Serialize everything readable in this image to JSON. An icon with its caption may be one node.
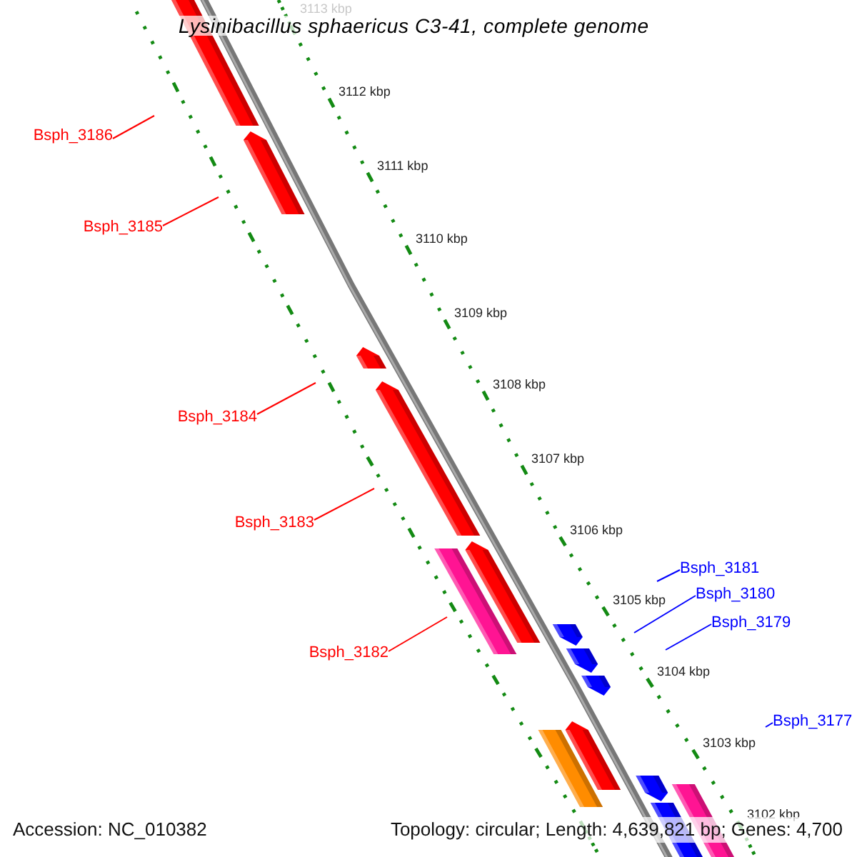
{
  "diagram": {
    "title": "Lysinibacillus sphaericus C3-41, complete genome",
    "nodes": [
      {
        "text": [
          "Bsph_3186"
        ]
      },
      {
        "text": [
          "Bsph_3185"
        ]
      },
      {
        "text": [
          "Bsph_3184"
        ]
      },
      {
        "text": [
          "Bsph_3183"
        ]
      },
      {
        "text": [
          "Bsph_3181"
        ]
      },
      {
        "text": [
          "Bsph_3180"
        ]
      },
      {
        "text": [
          "Bsph_3179"
        ]
      },
      {
        "text": [
          "Bsph_3182"
        ]
      },
      {
        "text": [
          "Bsph_3177"
        ]
      }
    ],
    "edges": [
      {
        "from": 0,
        "to": null,
        "arrow": "none"
      },
      {
        "from": 1,
        "to": null,
        "arrow": "none"
      },
      {
        "from": 2,
        "to": null,
        "arrow": "none"
      },
      {
        "from": 3,
        "to": null,
        "arrow": "none"
      },
      {
        "from": 4,
        "to": null,
        "arrow": "none",
        "color": "#0000ff"
      },
      {
        "from": 5,
        "to": null,
        "arrow": "none",
        "color": "#0000ff"
      },
      {
        "from": 6,
        "to": null,
        "arrow": "none",
        "color": "#0000ff"
      },
      {
        "from": 7,
        "to": null,
        "arrow": "none"
      },
      {
        "from": 8,
        "to": null,
        "arrow": "none",
        "color": "#0000ff"
      }
    ],
    "labels": [
      "3113 kbp",
      "3112 kbp",
      "3111 kbp",
      "3110 kbp",
      "3109 kbp",
      "3108 kbp",
      "3107 kbp",
      "3106 kbp",
      "3105 kbp",
      "3104 kbp",
      "3103 kbp",
      "3102 kbp",
      "Accession: NC_010382",
      "Topology: circular; Length: 4,639,821 bp; Genes: 4,700"
    ]
  }
}
